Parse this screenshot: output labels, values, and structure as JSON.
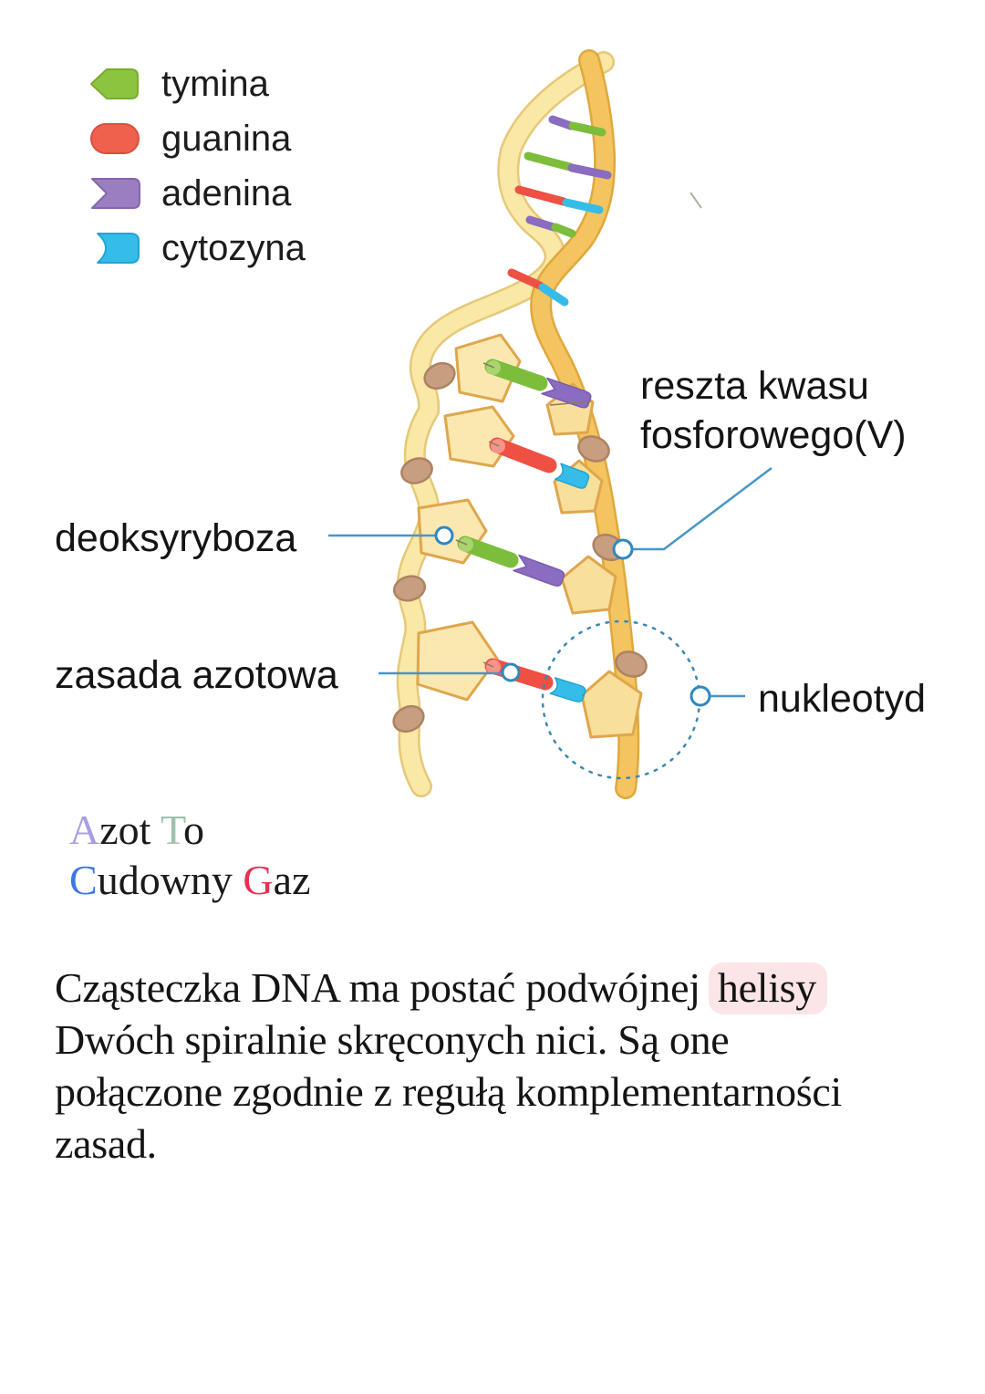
{
  "legend": {
    "items": [
      {
        "label": "tymina",
        "shape": "arrow-left-icon",
        "color": "#8cc43f"
      },
      {
        "label": "guanina",
        "shape": "pill-icon",
        "color": "#f0614d"
      },
      {
        "label": "adenina",
        "shape": "notched-flag-icon",
        "color": "#9b7ec2"
      },
      {
        "label": "cytozyna",
        "shape": "concave-pill-icon",
        "color": "#35bce9"
      }
    ]
  },
  "diagram": {
    "labels": {
      "phosphate_line1": "reszta kwasu",
      "phosphate_line2": "fosforowego(V)",
      "sugar": "deoksyryboza",
      "base": "zasada azotowa",
      "nucleotide": "nukleotyd"
    }
  },
  "mnemonic": {
    "line1": [
      {
        "text": "A",
        "color": "#a89fe0"
      },
      {
        "text": "zot ",
        "color": "#1a1a1a"
      },
      {
        "text": "T",
        "color": "#9fc0ad"
      },
      {
        "text": "o",
        "color": "#1a1a1a"
      }
    ],
    "line2": [
      {
        "text": "C",
        "color": "#3d74e6"
      },
      {
        "text": "udowny ",
        "color": "#1a1a1a"
      },
      {
        "text": "G",
        "color": "#e63253"
      },
      {
        "text": "az",
        "color": "#1a1a1a"
      }
    ]
  },
  "paragraph": {
    "line1_pre": "Cząsteczka DNA ma postać podwójnej ",
    "line1_highlight": "helisy",
    "line2": "Dwóch spiralnie skręconych nici. Są one",
    "line3": "połączone zgodnie z regułą komplementarności",
    "line4": "zasad.",
    "highlight_color": "#fbe5e6"
  },
  "colors": {
    "strand_light": "#f9e8a6",
    "strand_light_outline": "#e6c878",
    "strand_dark": "#f3c45f",
    "strand_dark_outline": "#e0a83c",
    "pentagon_fill": "#fbe8b0",
    "pentagon_stroke": "#dfa64c",
    "phosphate_fill": "#c79e80",
    "tymina_green": "#7cbd3c",
    "guanina_red": "#ee5044",
    "adenina_purple": "#8a6cc0",
    "cytozyna_cyan": "#35bce9",
    "leader_blue": "#4796c9"
  }
}
